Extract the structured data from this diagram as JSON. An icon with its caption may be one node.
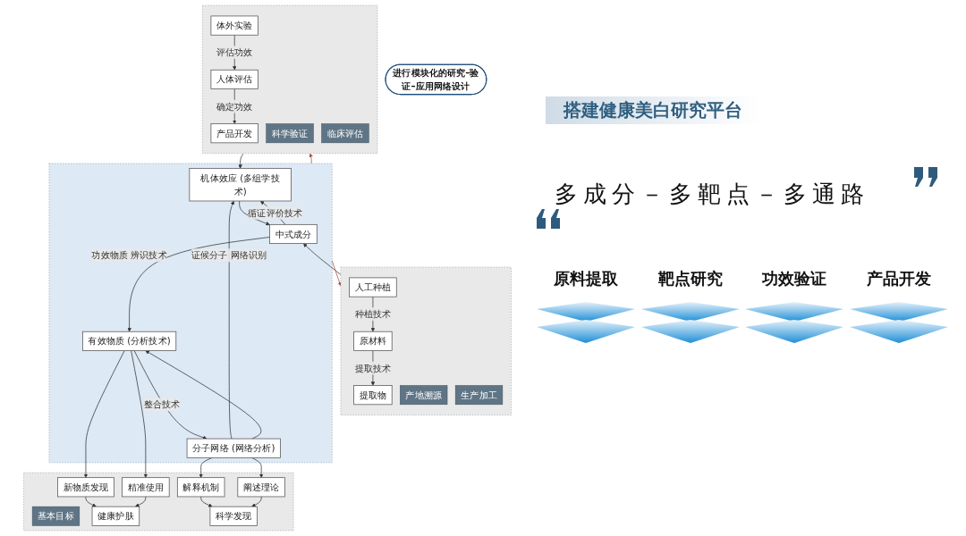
{
  "diagram": {
    "title": "搭建健康美白研究平台",
    "nodes": [
      {
        "text": [],
        "shape": "box"
      },
      {
        "text": [
          "人工种植"
        ],
        "in": 0
      },
      {
        "text": [
          "原材料"
        ],
        "in": 0
      },
      {
        "text": [
          "提取物"
        ],
        "in": 0
      },
      {
        "text": [
          "产地溯源"
        ],
        "in": 0
      },
      {
        "text": [
          "生产加工"
        ],
        "in": 0
      },
      {
        "text": [],
        "shape": "box"
      },
      {
        "text": [
          "体外实验"
        ],
        "in": 6
      },
      {
        "text": [
          "人体评估"
        ],
        "in": 6
      },
      {
        "text": [
          "产品开发"
        ],
        "in": 6
      },
      {
        "text": [
          "科学验证"
        ],
        "in": 6
      },
      {
        "text": [
          "临床评估"
        ],
        "in": 6
      },
      {
        "text": [],
        "shape": "box"
      },
      {
        "text": [
          "中式成分"
        ],
        "in": 12
      },
      {
        "text": [
          "机体效应 (多组学技术)"
        ],
        "in": 12
      },
      {
        "text": [
          "有效物质 (分析技术)"
        ],
        "in": 12
      },
      {
        "text": [
          "分子网络 (网络分析)"
        ],
        "in": 12
      },
      {
        "text": [],
        "shape": "box"
      },
      {
        "text": [
          "基本目标"
        ],
        "in": 17
      },
      {
        "text": [
          "新物质发现"
        ],
        "in": 17
      },
      {
        "text": [
          "精准使用"
        ],
        "in": 17
      },
      {
        "text": [
          "健康护肤"
        ],
        "in": 17
      },
      {
        "text": [
          "解释机制"
        ],
        "in": 17
      },
      {
        "text": [
          "阐述理论"
        ],
        "in": 17
      },
      {
        "text": [
          "科学发现"
        ],
        "in": 17
      },
      {
        "text": [
          "进行模块化的研究–验证–应用网络设计"
        ]
      }
    ],
    "edges": [
      {
        "from": 1,
        "to": 2,
        "arrow": "to",
        "label": "种植技术"
      },
      {
        "from": 2,
        "to": 3,
        "arrow": "to",
        "label": "提取技术"
      },
      {
        "from": 7,
        "to": 8,
        "arrow": "to",
        "label": "评估功效"
      },
      {
        "from": 8,
        "to": 9,
        "arrow": "to",
        "label": "确定功效"
      },
      {
        "from": 0,
        "to": 13,
        "arrow": "to"
      },
      {
        "from": 12,
        "to": 0,
        "arrow": "to",
        "color": "#a3513b"
      },
      {
        "from": 6,
        "to": 14,
        "arrow": "to"
      },
      {
        "from": 12,
        "to": 6,
        "arrow": "to",
        "color": "#a3513b"
      },
      {
        "from": 13,
        "to": 14,
        "arrow": "to",
        "label": "循证评价技术"
      },
      {
        "from": 14,
        "to": 13,
        "arrow": "to"
      },
      {
        "from": 13,
        "to": 15,
        "arrow": "to",
        "label": "功效物质 辨识技术"
      },
      {
        "from": 16,
        "to": 14,
        "arrow": "to",
        "label": "证候分子 网络识别"
      },
      {
        "from": 15,
        "to": 16,
        "arrow": "to",
        "label": "整合技术"
      },
      {
        "from": 16,
        "to": 15,
        "arrow": "to"
      },
      {
        "from": 15,
        "to": 19,
        "arrow": "to"
      },
      {
        "from": 15,
        "to": 20,
        "arrow": "to"
      },
      {
        "from": 16,
        "to": 22,
        "arrow": "to"
      },
      {
        "from": 16,
        "to": 23,
        "arrow": "to"
      },
      {
        "from": 19,
        "to": 21,
        "arrow": "to"
      },
      {
        "from": 20,
        "to": 21,
        "arrow": "to"
      },
      {
        "from": 22,
        "to": 24,
        "arrow": "to"
      },
      {
        "from": 23,
        "to": 24,
        "arrow": "to"
      }
    ],
    "labels": [
      "多成分－多靶点－多通路",
      "原料提取",
      "靶点研究",
      "功效验证",
      "产品开发"
    ]
  }
}
